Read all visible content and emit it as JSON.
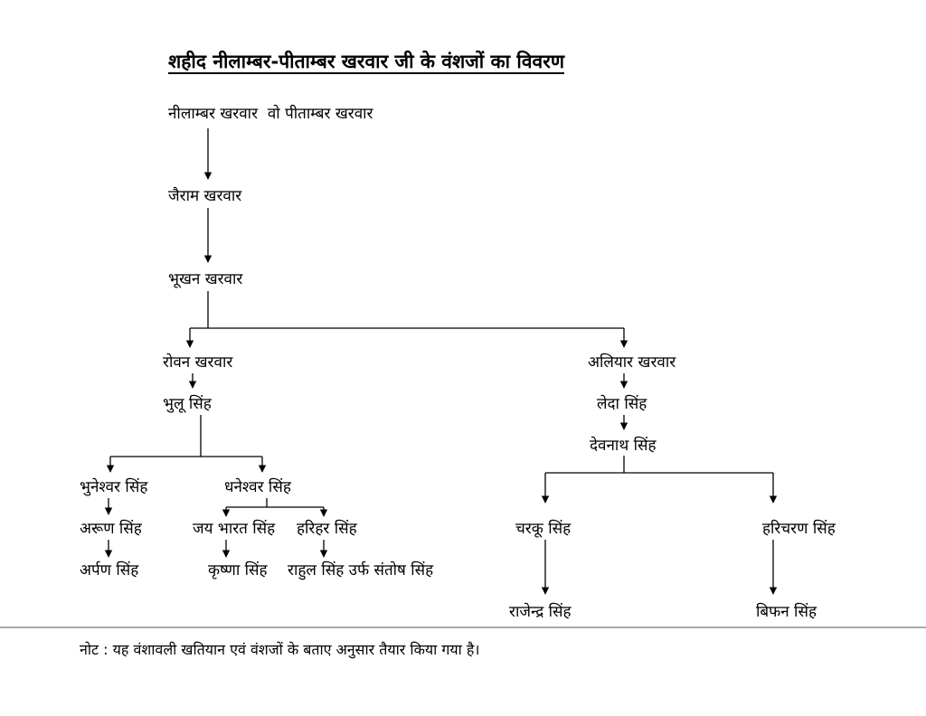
{
  "title": "शहीद नीलाम्बर-पीताम्बर खरवार जी के वंशजों का विवरण",
  "note": "नोट : यह वंशावली खतियान एवं वंशजों के बताए अनुसार तैयार किया गया है।",
  "colors": {
    "background": "#ffffff",
    "text": "#000000",
    "line": "#000000"
  },
  "nodes": {
    "nilamber_pitamber": {
      "label": "नीलाम्बर खरवार  वो पीताम्बर खरवार",
      "parent": null
    },
    "jairam": {
      "label": "जैराम खरवार",
      "parent": "nilamber_pitamber"
    },
    "bhukhan": {
      "label": "भूखन खरवार",
      "parent": "jairam"
    },
    "rowan": {
      "label": "रोवन खरवार",
      "parent": "bhukhan"
    },
    "aliyar": {
      "label": "अलियार खरवार",
      "parent": "bhukhan"
    },
    "bhulu": {
      "label": "भुलू सिंह",
      "parent": "rowan"
    },
    "leda": {
      "label": "लेदा सिंह",
      "parent": "aliyar"
    },
    "devnath": {
      "label": "देवनाथ सिंह",
      "parent": "leda"
    },
    "bhuneshwar": {
      "label": "भुनेश्वर सिंह",
      "parent": "bhulu"
    },
    "dhaneshwar": {
      "label": "धनेश्वर सिंह",
      "parent": "bhulu"
    },
    "arun": {
      "label": "अरूण सिंह",
      "parent": "bhuneshwar"
    },
    "jay_bharat": {
      "label": "जय भारत सिंह",
      "parent": "dhaneshwar"
    },
    "harihar": {
      "label": "हरिहर सिंह",
      "parent": "dhaneshwar"
    },
    "charku": {
      "label": "चरकू सिंह",
      "parent": "devnath"
    },
    "haricharan": {
      "label": "हरिचरण सिंह",
      "parent": "devnath"
    },
    "arpan": {
      "label": "अर्पण सिंह",
      "parent": "arun"
    },
    "krishna": {
      "label": "कृष्णा सिंह",
      "parent": "jay_bharat"
    },
    "rahul_santosh": {
      "label": "राहुल सिंह उर्फ संतोष सिंह",
      "parent": "harihar"
    },
    "rajendra": {
      "label": "राजेन्द्र सिंह",
      "parent": "charku"
    },
    "bifan": {
      "label": "बिफन सिंह",
      "parent": "haricharan"
    }
  }
}
